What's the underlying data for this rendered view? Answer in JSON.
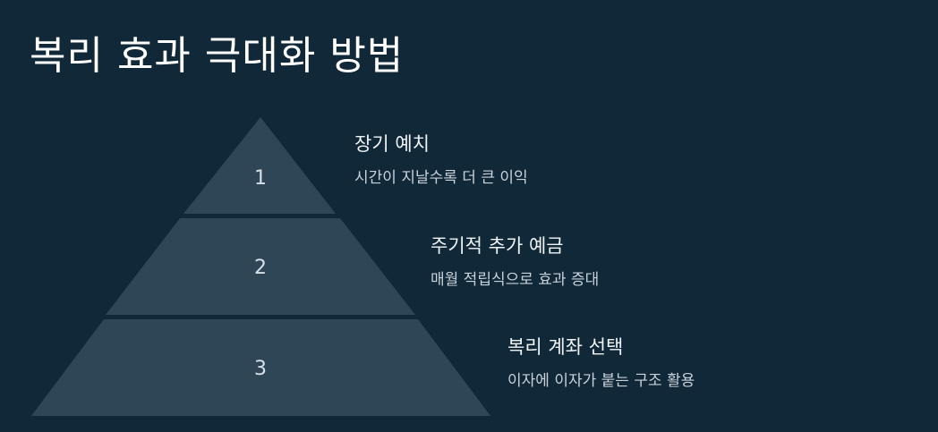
{
  "title": "복리 효과 극대화 방법",
  "colors": {
    "background": "#102837",
    "tier_fill": "#2e4656"
  },
  "steps": [
    {
      "number": "1",
      "title": "장기 예치",
      "description": "시간이 지날수록 더 큰 이익"
    },
    {
      "number": "2",
      "title": "주기적 추가 예금",
      "description": "매월 적립식으로 효과 증대"
    },
    {
      "number": "3",
      "title": "복리 계좌 선택",
      "description": "이자에 이자가 붙는 구조 활용"
    }
  ]
}
